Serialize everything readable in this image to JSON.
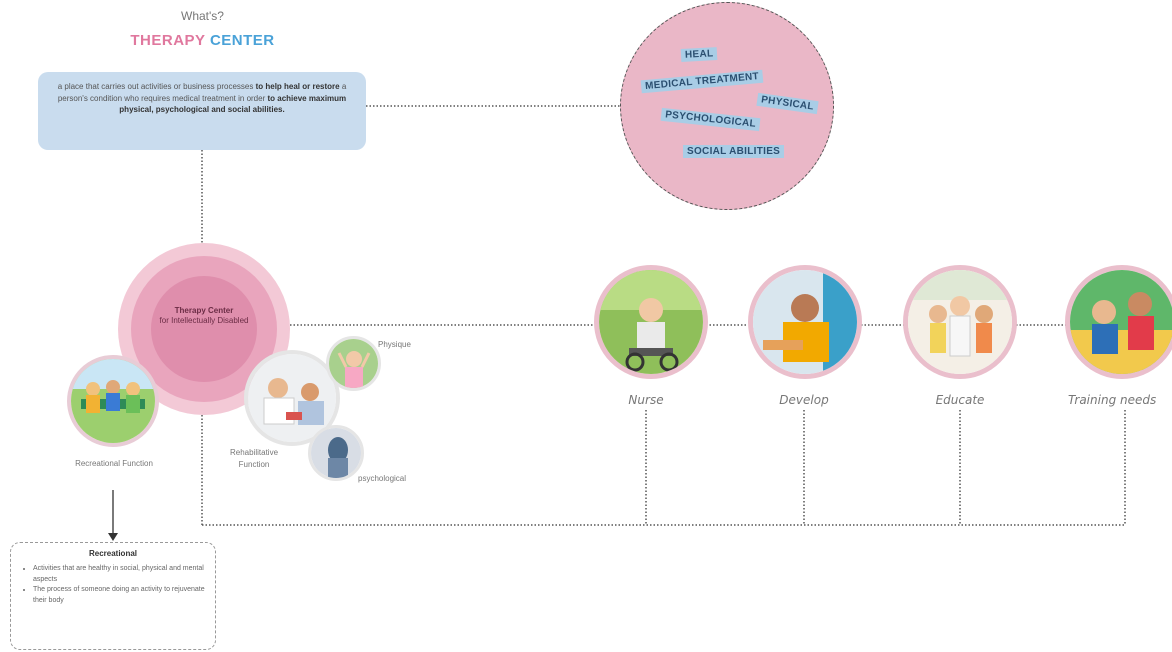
{
  "header": {
    "question": "What's?",
    "title_part1": "THERAPY",
    "title_part2": "CENTER"
  },
  "definition": {
    "text1": "a place that carries out activities or business processes ",
    "bold1": "to help heal or restore",
    "text2": " a person's condition who requires medical treatment in order ",
    "bold2": "to achieve maximum physical, psychological and social abilities."
  },
  "keywords": [
    "HEAL",
    "MEDICAL TREATMENT",
    "PHYSICAL",
    "PSYCHOLOGICAL",
    "SOCIAL ABILITIES"
  ],
  "center": {
    "title": "Therapy Center",
    "subtitle": "for Intellectually Disabled"
  },
  "functions": {
    "physique": "Physique",
    "rehabilitative": "Rehabilitative Function",
    "psychological": "psychological",
    "recreational": "Recreational Function"
  },
  "roles": [
    "Nurse",
    "Develop",
    "Educate",
    "Training needs"
  ],
  "recreational_box": {
    "title": "Recreational",
    "items": [
      "Activities that are healthy in social, physical and mental aspects",
      "The process of someone doing an activity to rejuvenate their body"
    ]
  },
  "colors": {
    "pink": "#e0789e",
    "blue": "#4aa2d8",
    "light_blue_box": "#c9dcee",
    "keyword_circle": "#eab7c7",
    "center_circle": "#df8eac"
  }
}
